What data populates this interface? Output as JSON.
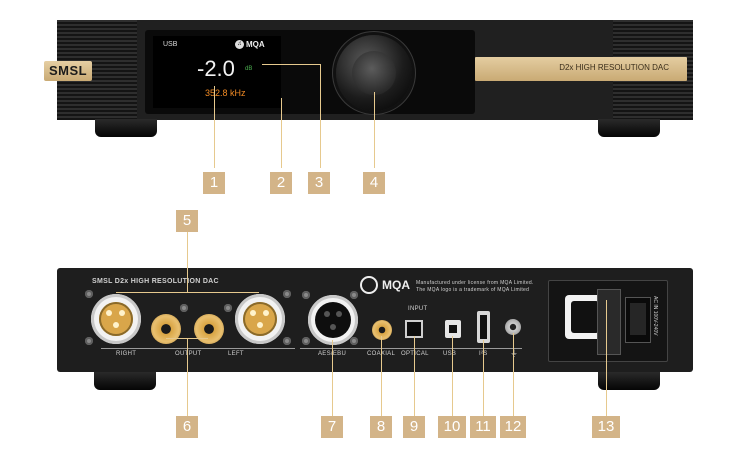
{
  "front": {
    "brand": "SMSL",
    "screen": {
      "source": "USB",
      "mqa_label": "MQA",
      "mqa_badge": "♫",
      "volume": "-2.0",
      "volume_unit": "dB",
      "sample_rate": "352.8 kHz"
    },
    "model_text": "D2x  HIGH RESOLUTION DAC"
  },
  "back": {
    "brand_text": "SMSL D2x HIGH RESOLUTION DAC",
    "mqa_label": "MQA",
    "mqa_notice_line1": "Manufactured under license from MQA Limited.",
    "mqa_notice_line2": "The MQA logo is a trademark of MQA Limited",
    "labels": {
      "right": "RIGHT",
      "output": "OUTPUT",
      "left": "LEFT",
      "aes_ebu": "AES/EBU",
      "coaxial": "COAXIAL",
      "input": "INPUT",
      "optical": "OPTICAL",
      "usb": "USB",
      "i2s": "I²S",
      "ground": "⏚",
      "ac_in": "AC IN 100V-240V"
    }
  },
  "callouts": [
    "1",
    "2",
    "3",
    "4",
    "5",
    "6",
    "7",
    "8",
    "9",
    "10",
    "11",
    "12",
    "13"
  ],
  "colors": {
    "accent": "#d3b488",
    "gold_plate": "#d6bb87",
    "chassis": "#202020"
  }
}
